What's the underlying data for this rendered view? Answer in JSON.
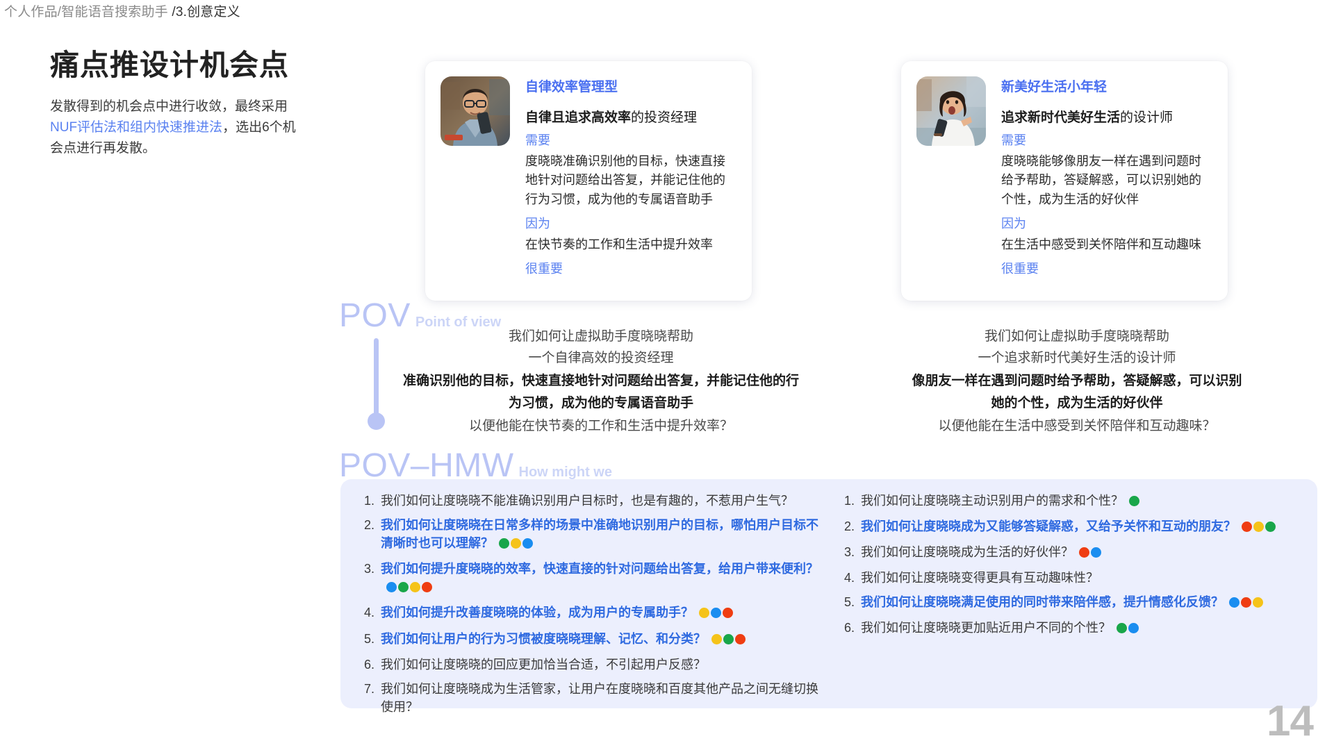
{
  "breadcrumb": {
    "prefix": "个人作品/智能语音搜索助手 ",
    "current": "/3.创意定义"
  },
  "intro": {
    "title": "痛点推设计机会点",
    "desc_part1": "发散得到的机会点中进行收敛，最终采用",
    "desc_highlight": "NUF评估法和组内快速推进法",
    "desc_part2": "，选出6个机会点进行再发散。"
  },
  "personas": [
    {
      "type": "自律效率管理型",
      "role_bold": "自律且追求高效率",
      "role_plain": "的投资经理",
      "need_label": "需要",
      "need_text": "度晓晓准确识别他的目标，快速直接地针对问题给出答复，并能记住他的行为习惯，成为他的专属语音助手",
      "because_label": "因为",
      "because_text": "在快节奏的工作和生活中提升效率",
      "importance_label": "很重要",
      "avatar_name": "persona-photo-man"
    },
    {
      "type": "新美好生活小年轻",
      "role_bold": "追求新时代美好生活",
      "role_plain": "的设计师",
      "need_label": "需要",
      "need_text": "度晓晓能够像朋友一样在遇到问题时给予帮助，答疑解惑，可以识别她的个性，成为生活的好伙伴",
      "because_label": "因为",
      "because_text": "在生活中感受到关怀陪伴和互动趣味",
      "importance_label": "很重要",
      "avatar_name": "persona-photo-woman"
    }
  ],
  "sections": {
    "pov": {
      "big": "POV",
      "sub": "Point of view"
    },
    "hmw": {
      "big": "POV–HMW",
      "sub": "How might we"
    }
  },
  "pov_statements": [
    {
      "line1": "我们如何让虚拟助手度晓晓帮助",
      "line2": "一个自律高效的投资经理",
      "strong1": "准确识别他的目标，快速直接地针对问题给出答复，并能记住他的行",
      "strong2": "为习惯，成为他的专属语音助手",
      "line3": "以便他能在快节奏的工作和生活中提升效率？"
    },
    {
      "line1": "我们如何让虚拟助手度晓晓帮助",
      "line2": "一个追求新时代美好生活的设计师",
      "strong1": "像朋友一样在遇到问题时给予帮助，答疑解惑，可以识别",
      "strong2": "她的个性，成为生活的好伙伴",
      "line3": "以便他能在生活中感受到关怀陪伴和互动趣味？"
    }
  ],
  "hmw_left": [
    {
      "text": "我们如何让度晓晓不能准确识别用户目标时，也是有趣的，不惹用户生气？",
      "selected": false,
      "dots": []
    },
    {
      "text": "我们如何让度晓晓在日常多样的场景中准确地识别用户的目标，哪怕用户目标不清晰时也可以理解？",
      "selected": true,
      "dots": [
        "green",
        "yellow",
        "blue"
      ]
    },
    {
      "text": "我们如何提升度晓晓的效率，快速直接的针对问题给出答复，给用户带来便利？",
      "selected": true,
      "dots": [
        "blue",
        "green",
        "yellow",
        "red"
      ]
    },
    {
      "text": "我们如何提升改善度晓晓的体验，成为用户的专属助手？",
      "selected": true,
      "dots": [
        "yellow",
        "blue",
        "red"
      ]
    },
    {
      "text": "我们如何让用户的行为习惯被度晓晓理解、记忆、和分类？",
      "selected": true,
      "dots": [
        "yellow",
        "green",
        "red"
      ]
    },
    {
      "text": "我们如何让度晓晓的回应更加恰当合适，不引起用户反感？",
      "selected": false,
      "dots": []
    },
    {
      "text": "我们如何让度晓晓成为生活管家，让用户在度晓晓和百度其他产品之间无缝切换使用？",
      "selected": false,
      "dots": []
    }
  ],
  "hmw_right": [
    {
      "text": "我们如何让度晓晓主动识别用户的需求和个性？",
      "selected": false,
      "dots": [
        "green"
      ]
    },
    {
      "text": "我们如何让度晓晓成为又能够答疑解惑，又给予关怀和互动的朋友？",
      "selected": true,
      "dots": [
        "red",
        "yellow",
        "green"
      ]
    },
    {
      "text": "我们如何让度晓晓成为生活的好伙伴？",
      "selected": false,
      "dots": [
        "red",
        "blue"
      ]
    },
    {
      "text": "我们如何让度晓晓变得更具有互动趣味性？",
      "selected": false,
      "dots": []
    },
    {
      "text": "我们如何让度晓晓满足使用的同时带来陪伴感，提升情感化反馈？",
      "selected": true,
      "dots": [
        "blue",
        "red",
        "yellow"
      ]
    },
    {
      "text": "我们如何让度晓晓更加贴近用户不同的个性？",
      "selected": false,
      "dots": [
        "green",
        "blue"
      ]
    }
  ],
  "dot_colors": {
    "green": "#19a64a",
    "yellow": "#f5c319",
    "blue": "#1a8df0",
    "red": "#ef3d12"
  },
  "page_number": "14"
}
